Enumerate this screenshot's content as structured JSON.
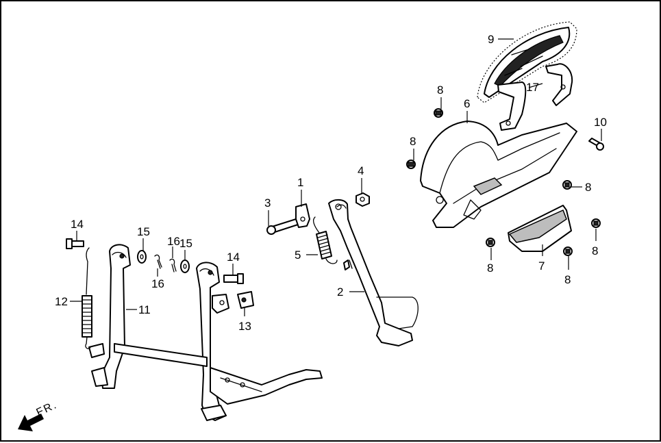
{
  "diagram": {
    "direction_label": "FR.",
    "callouts": [
      {
        "id": "c1",
        "text": "1"
      },
      {
        "id": "c2",
        "text": "2"
      },
      {
        "id": "c3",
        "text": "3"
      },
      {
        "id": "c4",
        "text": "4"
      },
      {
        "id": "c5",
        "text": "5"
      },
      {
        "id": "c6",
        "text": "6"
      },
      {
        "id": "c7",
        "text": "7"
      },
      {
        "id": "c8a",
        "text": "8"
      },
      {
        "id": "c8b",
        "text": "8"
      },
      {
        "id": "c8c",
        "text": "8"
      },
      {
        "id": "c8d",
        "text": "8"
      },
      {
        "id": "c8e",
        "text": "8"
      },
      {
        "id": "c8f",
        "text": "8"
      },
      {
        "id": "c8g",
        "text": "8"
      },
      {
        "id": "c9",
        "text": "9"
      },
      {
        "id": "c10",
        "text": "10"
      },
      {
        "id": "c11",
        "text": "11"
      },
      {
        "id": "c12",
        "text": "12"
      },
      {
        "id": "c13",
        "text": "13"
      },
      {
        "id": "c14a",
        "text": "14"
      },
      {
        "id": "c14b",
        "text": "14"
      },
      {
        "id": "c15a",
        "text": "15"
      },
      {
        "id": "c15b",
        "text": "15"
      },
      {
        "id": "c16a",
        "text": "16"
      },
      {
        "id": "c16b",
        "text": "16"
      },
      {
        "id": "c17",
        "text": "17"
      }
    ]
  }
}
